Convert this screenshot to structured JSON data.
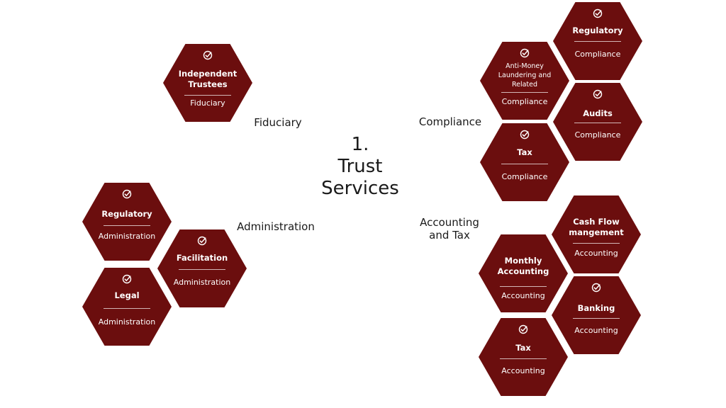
{
  "colors": {
    "hex_fill": "#6b0e0e",
    "text": "#1a1a1a"
  },
  "icons": {
    "hex_check": "circled-check-icon"
  },
  "center": {
    "number": "1.",
    "title_line1": "Trust",
    "title_line2": "Services"
  },
  "groups": {
    "fiduciary": "Fiduciary",
    "compliance": "Compliance",
    "administration": "Administration",
    "accounting_line1": "Accounting",
    "accounting_line2": "and Tax"
  },
  "hexes": {
    "independent_trustees": {
      "title": "Independent Trustees",
      "category": "Fiduciary"
    },
    "admin_regulatory": {
      "title": "Regulatory",
      "category": "Administration"
    },
    "admin_facilitation": {
      "title": "Facilitation",
      "category": "Administration"
    },
    "admin_legal": {
      "title": "Legal",
      "category": "Administration"
    },
    "comp_regulatory": {
      "title": "Regulatory",
      "category": "Compliance"
    },
    "comp_aml": {
      "title": "Anti-Money Laundering and Related",
      "category": "Compliance"
    },
    "comp_audits": {
      "title": "Audits",
      "category": "Compliance"
    },
    "comp_tax": {
      "title": "Tax",
      "category": "Compliance"
    },
    "acc_cashflow": {
      "title": "Cash Flow mangement",
      "category": "Accounting"
    },
    "acc_monthly": {
      "title": "Monthly Accounting",
      "category": "Accounting"
    },
    "acc_banking": {
      "title": "Banking",
      "category": "Accounting"
    },
    "acc_tax": {
      "title": "Tax",
      "category": "Accounting"
    }
  }
}
